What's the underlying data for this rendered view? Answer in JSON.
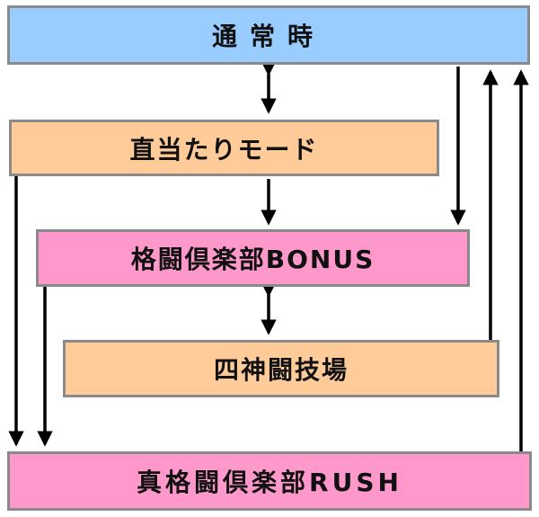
{
  "diagram": {
    "boxes": {
      "normal": {
        "label": "通常時",
        "fill": "#99ccff"
      },
      "direct": {
        "label": "直当たりモード",
        "fill": "#ffcc99"
      },
      "bonus": {
        "label": "格闘倶楽部BONUS",
        "fill": "#ff99cc"
      },
      "arena": {
        "label": "四神闘技場",
        "fill": "#ffcc99"
      },
      "rush": {
        "label": "真格闘倶楽部RUSH",
        "fill": "#ff99cc"
      }
    },
    "connections": [
      {
        "from": "normal",
        "to": "direct",
        "bidirectional": true
      },
      {
        "from": "direct",
        "to": "bonus",
        "bidirectional": false
      },
      {
        "from": "normal",
        "to": "bonus",
        "bidirectional": false
      },
      {
        "from": "bonus",
        "to": "arena",
        "bidirectional": true
      },
      {
        "from": "direct",
        "to": "rush",
        "bidirectional": false
      },
      {
        "from": "bonus",
        "to": "rush",
        "bidirectional": false
      },
      {
        "from": "arena",
        "to": "normal",
        "bidirectional": false
      },
      {
        "from": "rush",
        "to": "normal",
        "bidirectional": false
      }
    ],
    "line_color": "#000000",
    "border_color": "#8a8a8a"
  }
}
